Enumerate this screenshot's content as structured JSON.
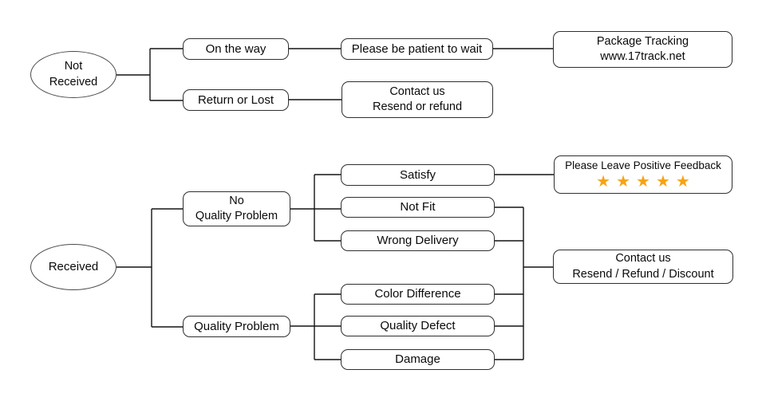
{
  "colors": {
    "star": "#F7A312",
    "box_border": "#2f2f2f",
    "line": "#141414"
  },
  "nodes": {
    "not_received": {
      "line1": "Not",
      "line2": "Received"
    },
    "on_the_way": {
      "label": "On the way"
    },
    "be_patient": {
      "label": "Please be patient to wait"
    },
    "package_tracking": {
      "line1": "Package Tracking",
      "line2": "www.17track.net"
    },
    "return_or_lost": {
      "label": "Return or Lost"
    },
    "contact_resend_refund": {
      "line1": "Contact us",
      "line2": "Resend or refund"
    },
    "received": {
      "label": "Received"
    },
    "no_quality_problem": {
      "line1": "No",
      "line2": "Quality Problem"
    },
    "quality_problem": {
      "label": "Quality Problem"
    },
    "satisfy": {
      "label": "Satisfy"
    },
    "not_fit": {
      "label": "Not Fit"
    },
    "wrong_delivery": {
      "label": "Wrong Delivery"
    },
    "color_difference": {
      "label": "Color Difference"
    },
    "quality_defect": {
      "label": "Quality Defect"
    },
    "damage": {
      "label": "Damage"
    },
    "positive_feedback": {
      "label": "Please Leave Positive Feedback",
      "stars": "★★★★★",
      "star_count": 5
    },
    "contact_resend_refund_discount": {
      "line1": "Contact us",
      "line2": "Resend / Refund / Discount"
    }
  }
}
